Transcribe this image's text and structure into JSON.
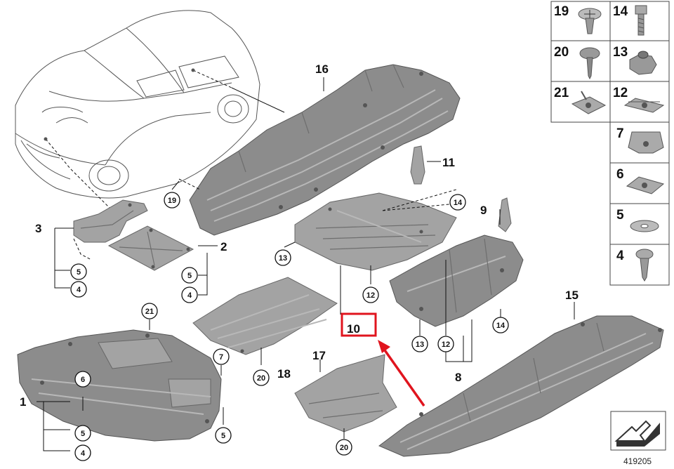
{
  "diagram": {
    "doc_number": "419205",
    "highlighted_part": "10",
    "part_labels": {
      "p1": "1",
      "p2": "2",
      "p3": "3",
      "p8": "8",
      "p9": "9",
      "p10": "10",
      "p11": "11",
      "p15": "15",
      "p16": "16",
      "p17": "17",
      "p18": "18"
    },
    "callouts": [
      "19",
      "5",
      "4",
      "5",
      "4",
      "21",
      "6",
      "5",
      "4",
      "7",
      "5",
      "20",
      "13",
      "12",
      "14",
      "13",
      "12",
      "14",
      "20"
    ],
    "fastener_panel": [
      "19",
      "14",
      "20",
      "13",
      "21",
      "12",
      "7",
      "6",
      "5",
      "4"
    ]
  }
}
